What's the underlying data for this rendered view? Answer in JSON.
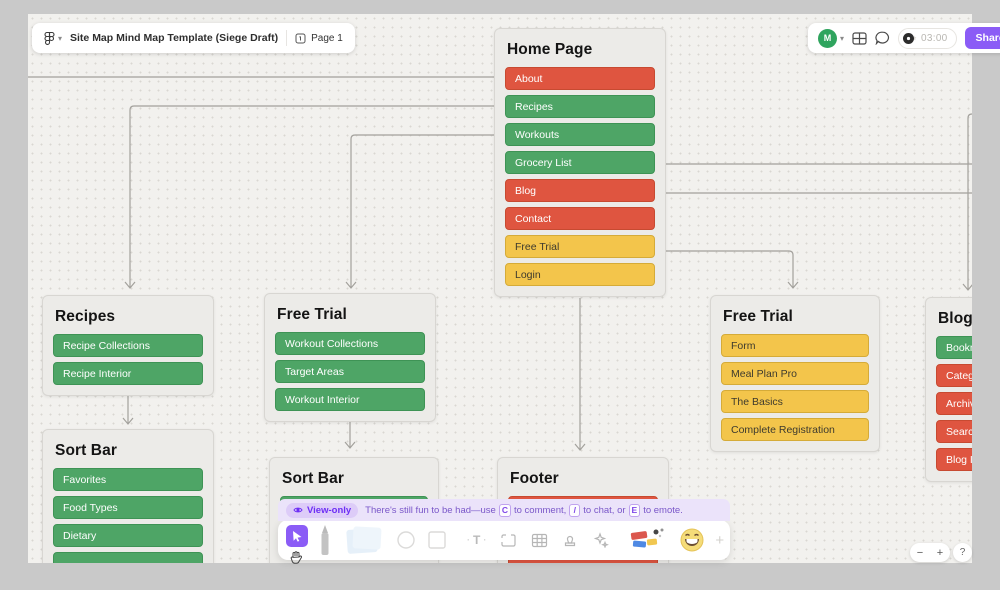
{
  "topbar": {
    "title": "Site Map Mind Map Template (Siege Draft)",
    "page": "Page 1"
  },
  "userbar": {
    "avatar_initial": "M",
    "timer": "03:00",
    "share": "Share"
  },
  "banner": {
    "badge": "View-only",
    "m1": "There's still fun to be had—use",
    "k1": "C",
    "m2": "to comment,",
    "k2": "/",
    "m3": "to chat, or",
    "k3": "E",
    "m4": "to emote."
  },
  "icons": {
    "text_tool": "T",
    "plus": "+"
  },
  "zoom_controls": {
    "minus": "−",
    "plus": "+",
    "help": "?"
  },
  "colors": {
    "red": {
      "fill": "#DF5540",
      "border": "#C74A31",
      "text": "#ffffff"
    },
    "green": {
      "fill": "#4EA566",
      "border": "#3E9355",
      "text": "#ffffff"
    },
    "yellow": {
      "fill": "#F3C54B",
      "border": "#D5AB38",
      "text": "#3d3a2e"
    },
    "accent_purple": "#8b5cf6",
    "avatar_green": "#2fa45e"
  },
  "cards": {
    "home": {
      "title": "Home Page",
      "items": [
        {
          "label": "About",
          "color": "red"
        },
        {
          "label": "Recipes",
          "color": "green"
        },
        {
          "label": "Workouts",
          "color": "green"
        },
        {
          "label": "Grocery List",
          "color": "green"
        },
        {
          "label": "Blog",
          "color": "red"
        },
        {
          "label": "Contact",
          "color": "red"
        },
        {
          "label": "Free Trial",
          "color": "yellow"
        },
        {
          "label": "Login",
          "color": "yellow"
        }
      ]
    },
    "recipes": {
      "title": "Recipes",
      "items": [
        {
          "label": "Recipe Collections",
          "color": "green"
        },
        {
          "label": "Recipe Interior",
          "color": "green"
        }
      ]
    },
    "sortbar1": {
      "title": "Sort Bar",
      "items": [
        {
          "label": "Favorites",
          "color": "green"
        },
        {
          "label": "Food Types",
          "color": "green"
        },
        {
          "label": "Dietary",
          "color": "green"
        },
        {
          "label": "",
          "color": "green"
        }
      ]
    },
    "ft_mid": {
      "title": "Free Trial",
      "items": [
        {
          "label": "Workout Collections",
          "color": "green"
        },
        {
          "label": "Target Areas",
          "color": "green"
        },
        {
          "label": "Workout Interior",
          "color": "green"
        }
      ]
    },
    "sortbar2": {
      "title": "Sort Bar",
      "items": [
        {
          "label": "",
          "color": "green"
        }
      ]
    },
    "footer": {
      "title": "Footer",
      "items": [
        {
          "label": "",
          "color": "red"
        },
        {
          "label": "",
          "color": "red"
        },
        {
          "label": "",
          "color": "red"
        }
      ]
    },
    "ft_right": {
      "title": "Free Trial",
      "items": [
        {
          "label": "Form",
          "color": "yellow"
        },
        {
          "label": "Meal Plan Pro",
          "color": "yellow"
        },
        {
          "label": "The Basics",
          "color": "yellow"
        },
        {
          "label": "Complete Registration",
          "color": "yellow"
        }
      ]
    },
    "blog": {
      "title": "Blog",
      "items": [
        {
          "label": "Bookma",
          "color": "green"
        },
        {
          "label": "Catego",
          "color": "red"
        },
        {
          "label": "Archive",
          "color": "red"
        },
        {
          "label": "Search",
          "color": "red"
        },
        {
          "label": "Blog Int",
          "color": "red"
        }
      ]
    }
  }
}
